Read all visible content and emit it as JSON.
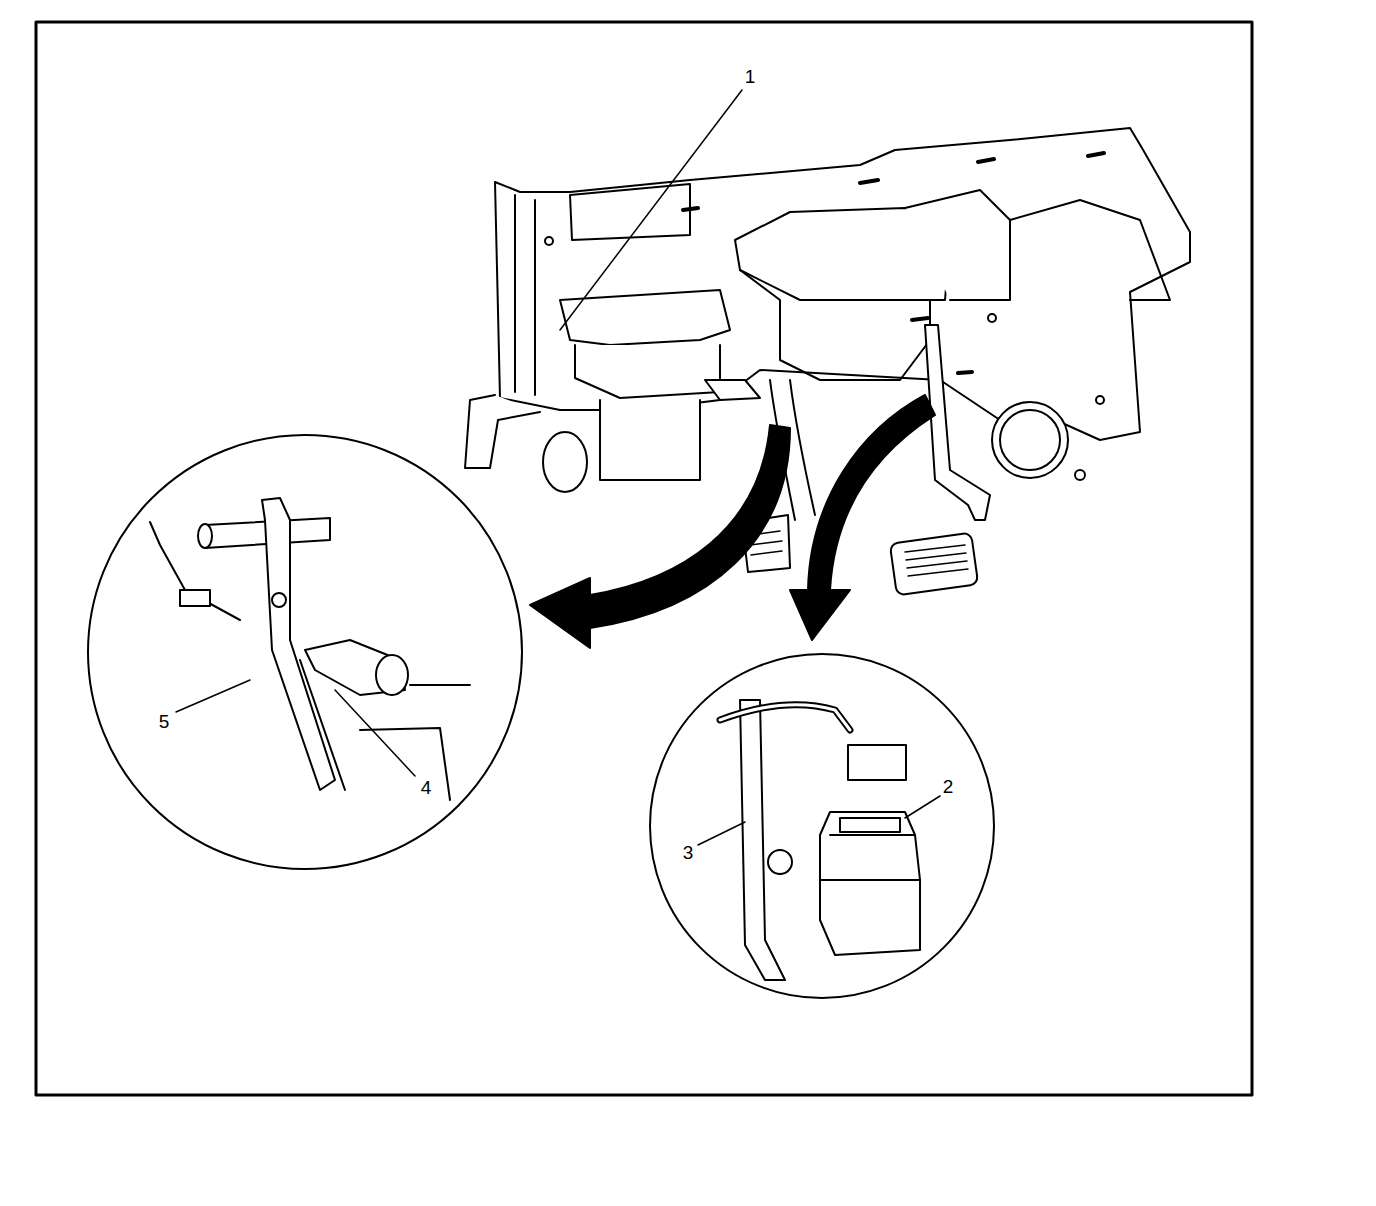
{
  "diagram": {
    "labels": [
      "1",
      "5",
      "4",
      "2",
      "3"
    ]
  }
}
